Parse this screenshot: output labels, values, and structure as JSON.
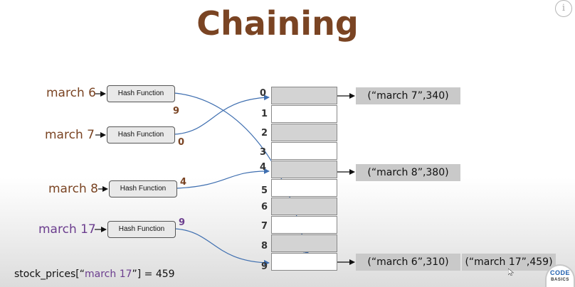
{
  "title": "Chaining",
  "info_icon": "i",
  "hash_function_label": "Hash Function",
  "inputs": [
    {
      "key": "march 6",
      "hash": "9",
      "color": "#7a4423"
    },
    {
      "key": "march 7",
      "hash": "0",
      "color": "#7a4423"
    },
    {
      "key": "march 8",
      "hash": "4",
      "color": "#7a4423"
    },
    {
      "key": "march 17",
      "hash": "9",
      "color": "#6b3d8e"
    }
  ],
  "table": {
    "indices": [
      "0",
      "1",
      "2",
      "3",
      "4",
      "5",
      "6",
      "7",
      "8",
      "9"
    ]
  },
  "chains": [
    {
      "index": "0",
      "entries": [
        "(“march 7”,340)"
      ]
    },
    {
      "index": "4",
      "entries": [
        "(“march 8”,380)"
      ]
    },
    {
      "index": "9",
      "entries": [
        "(“march 6”,310)",
        "(“march 17”,459)"
      ]
    }
  ],
  "lookup": {
    "prefix": "stock_prices[“",
    "key": "march 17",
    "suffix": "”] = 459"
  },
  "logo": {
    "line1": "CODE",
    "line2": "BASICS"
  },
  "colors": {
    "title": "#7a4423",
    "key_brown": "#7a4423",
    "key_purple": "#6b3d8e",
    "arrow_blue": "#3f6fb0",
    "slot_grey": "#d3d3d3",
    "pair_bg": "#c9c9c9"
  }
}
